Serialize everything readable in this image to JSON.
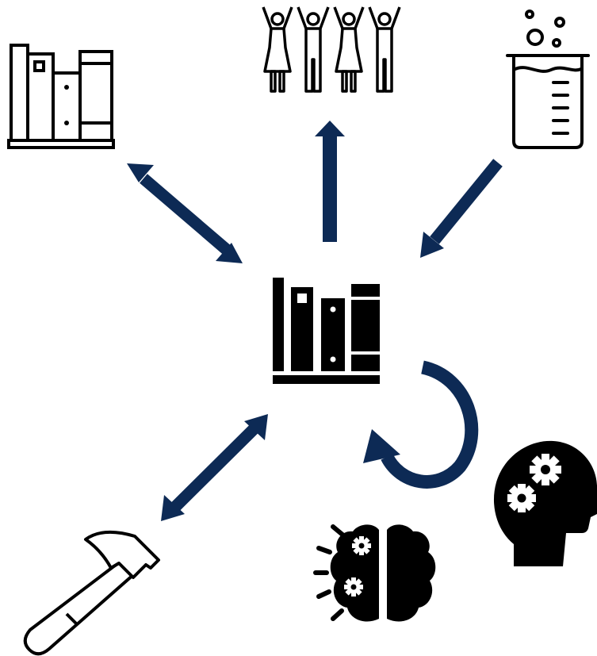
{
  "colors": {
    "arrow": "#0d2a55",
    "icon": "#000000",
    "background": "#ffffff"
  },
  "nodes": [
    {
      "id": "center",
      "icon": "books-solid-icon"
    },
    {
      "id": "top-left",
      "icon": "books-outline-icon"
    },
    {
      "id": "top",
      "icon": "people-group-icon"
    },
    {
      "id": "top-right",
      "icon": "beaker-icon"
    },
    {
      "id": "bottom-left",
      "icon": "hammer-icon"
    },
    {
      "id": "bottom-middle",
      "icon": "brain-gears-icon"
    },
    {
      "id": "bottom-right",
      "icon": "head-gears-icon"
    }
  ],
  "edges": [
    {
      "from": "center",
      "to": "top-left",
      "direction": "both"
    },
    {
      "from": "center",
      "to": "top",
      "direction": "forward"
    },
    {
      "from": "top-right",
      "to": "center",
      "direction": "forward"
    },
    {
      "from": "center",
      "to": "bottom-left",
      "direction": "both"
    },
    {
      "from": "center",
      "to": "center",
      "direction": "loop"
    }
  ]
}
